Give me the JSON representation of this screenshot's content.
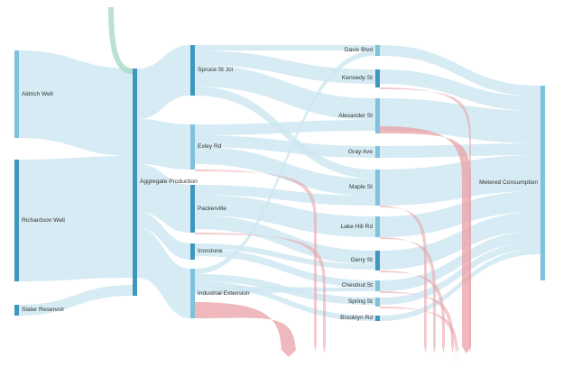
{
  "chart_data": {
    "type": "sankey",
    "nodes": [
      {
        "id": "aldrich",
        "label": "Aldrich Well"
      },
      {
        "id": "richardson",
        "label": "Richardson Well"
      },
      {
        "id": "slater",
        "label": "Slater Reservoir"
      },
      {
        "id": "aggregate",
        "label": "Aggregate Production"
      },
      {
        "id": "spruce",
        "label": "Spruce St Jct"
      },
      {
        "id": "exley",
        "label": "Exley Rd"
      },
      {
        "id": "packerville",
        "label": "Packerville"
      },
      {
        "id": "ironstone",
        "label": "Ironstone"
      },
      {
        "id": "industrial",
        "label": "Industrial Extension"
      },
      {
        "id": "davis",
        "label": "Davis Blvd"
      },
      {
        "id": "kennedy",
        "label": "Kennedy St"
      },
      {
        "id": "alexander",
        "label": "Alexander St"
      },
      {
        "id": "gray",
        "label": "Gray Ave"
      },
      {
        "id": "maple",
        "label": "Maple St"
      },
      {
        "id": "lakehill",
        "label": "Lake Hill Rd"
      },
      {
        "id": "gerry",
        "label": "Gerry St"
      },
      {
        "id": "chestnut",
        "label": "Chestnut St"
      },
      {
        "id": "spring",
        "label": "Spring St"
      },
      {
        "id": "brooklyn",
        "label": "Brooklyn Rd"
      },
      {
        "id": "metered",
        "label": "Metered Consumption"
      }
    ],
    "colors": {
      "link": "#cfe7f1",
      "gain_link": "#a8dcc4",
      "loss_link": "#e9a0a6",
      "node_dark": "#3f97bf",
      "node_light": "#7fc2de",
      "label": "#333333"
    }
  }
}
